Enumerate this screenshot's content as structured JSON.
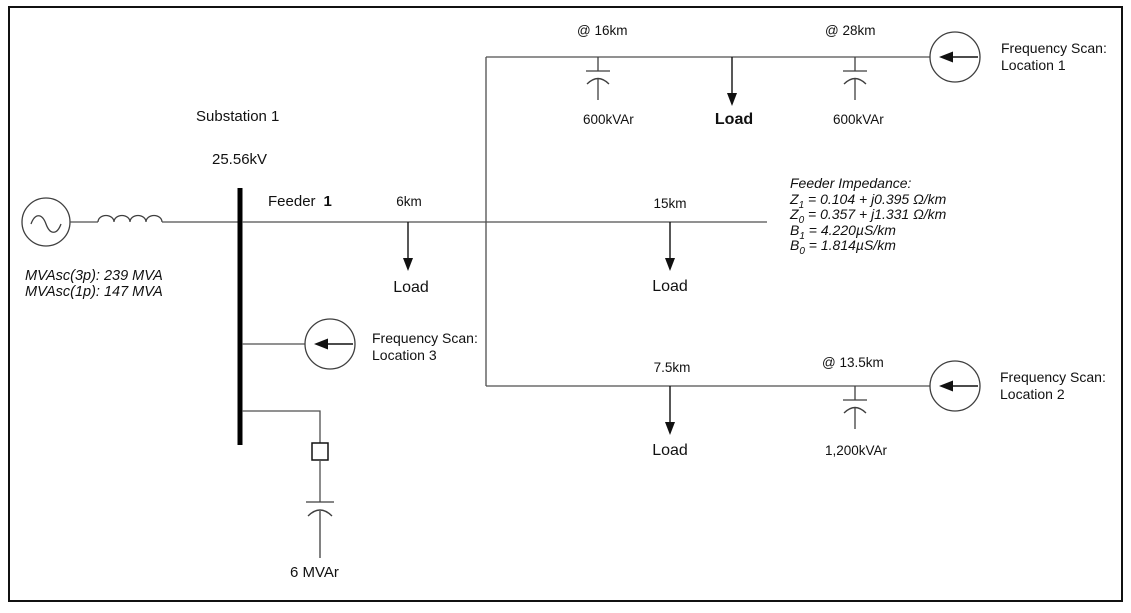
{
  "colors": {
    "ink": "#111111",
    "line_gray": "#4f4f4f"
  },
  "source": {
    "mvasc_3p": "MVAsc(3p): 239 MVA",
    "mvasc_1p": "MVAsc(1p): 147 MVA"
  },
  "substation": {
    "name": "Substation 1",
    "voltage": "25.56kV",
    "cap_label": "6 MVAr"
  },
  "feeder": {
    "name": "Feeder",
    "number": "1",
    "first_segment": "6km"
  },
  "branches": {
    "top": {
      "tap1": "@ 16km",
      "cap1": "600kVAr",
      "load": "Load",
      "tap2": "@ 28km",
      "cap2": "600kVAr"
    },
    "middle": {
      "segment": "15km",
      "load": "Load"
    },
    "bottom": {
      "segment": "7.5km",
      "load": "Load",
      "tap": "@ 13.5km",
      "cap": "1,200kVAr"
    }
  },
  "frequency_scans": {
    "location1": {
      "line1": "Frequency Scan:",
      "line2": "Location 1"
    },
    "location2": {
      "line1": "Frequency Scan:",
      "line2": "Location 2"
    },
    "location3": {
      "line1": "Frequency Scan:",
      "line2": "Location 3"
    }
  },
  "impedance": {
    "heading": "Feeder Impedance:",
    "z1": {
      "sym": "Z",
      "sub": "1",
      "rest": " = 0.104 + j0.395 Ω/km"
    },
    "z0": {
      "sym": "Z",
      "sub": "0",
      "rest": " = 0.357 + j1.331 Ω/km"
    },
    "b1": {
      "sym": "B",
      "sub": "1",
      "rest": " = 4.220µS/km"
    },
    "b0": {
      "sym": "B",
      "sub": "0",
      "rest": " = 1.814µS/km"
    }
  }
}
